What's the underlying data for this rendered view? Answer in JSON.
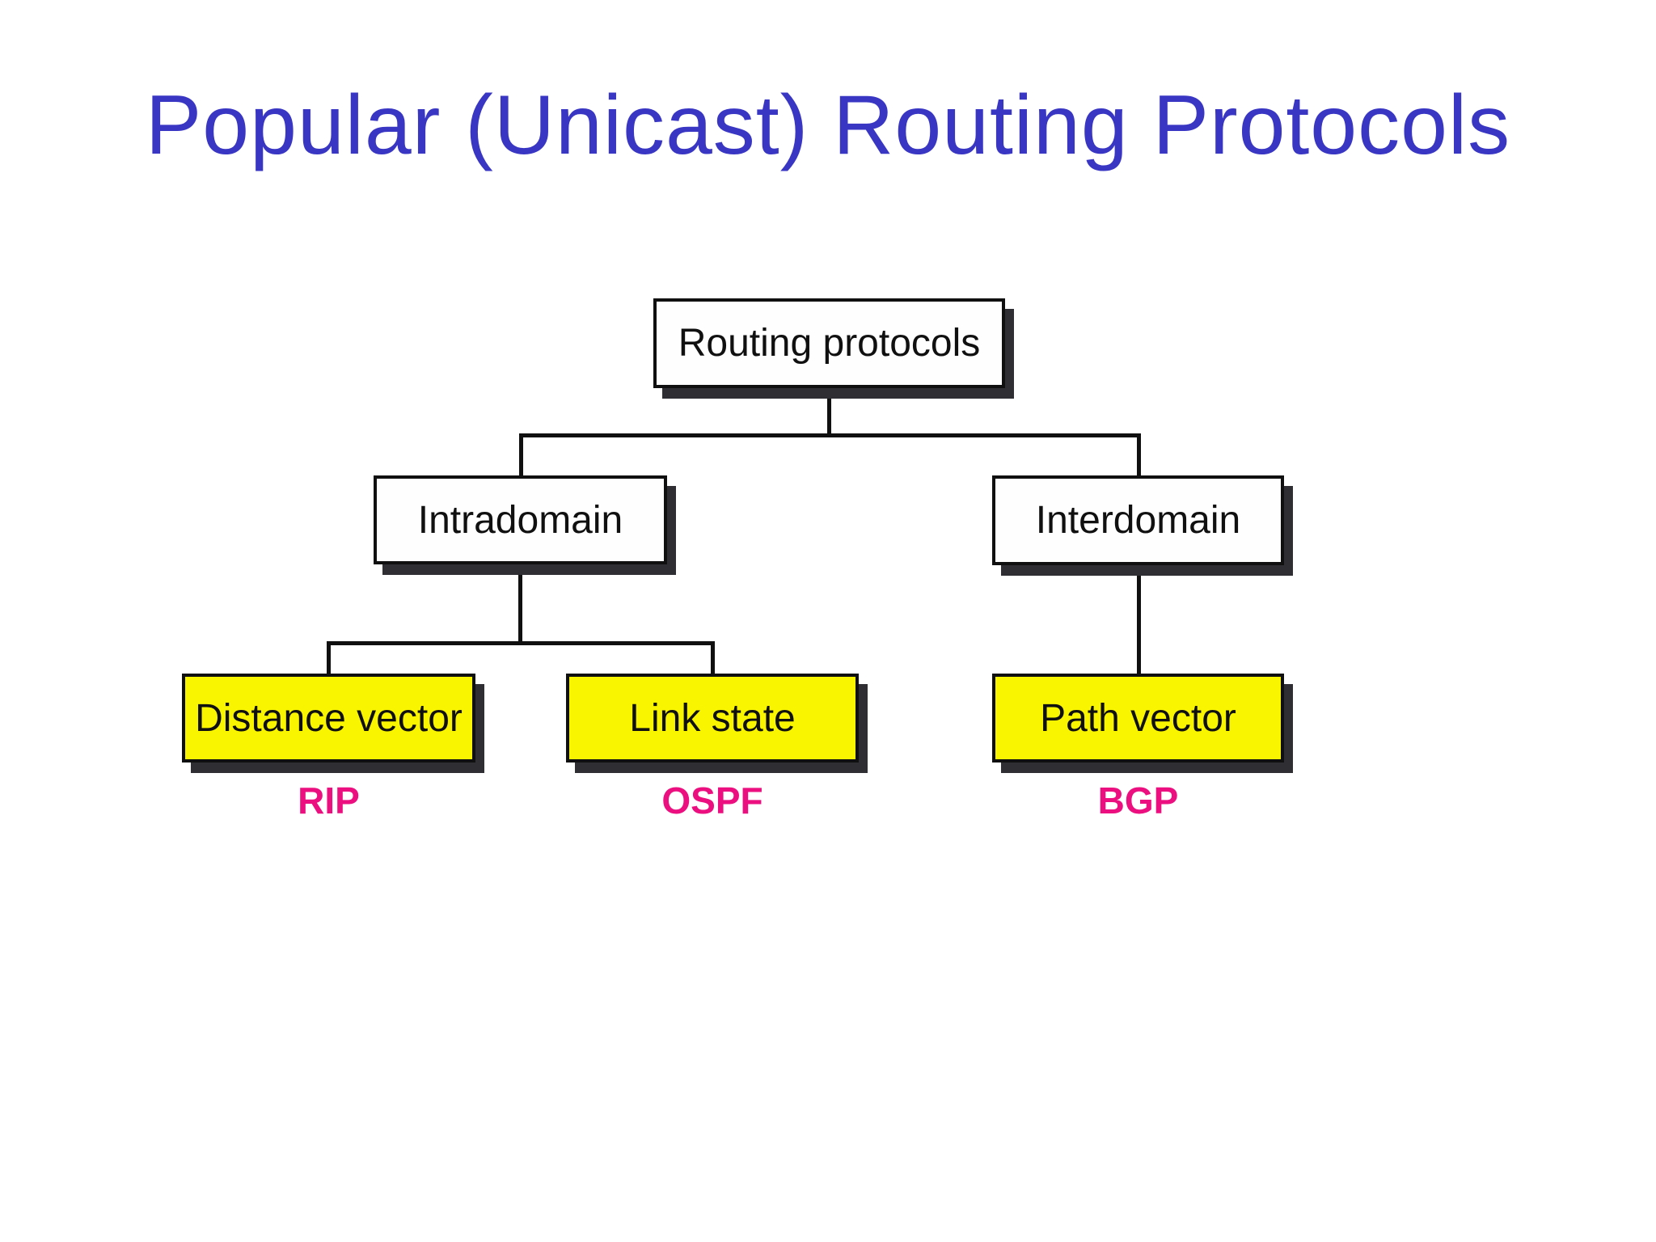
{
  "slide": {
    "title": "Popular (Unicast) Routing Protocols"
  },
  "colors": {
    "title": "#3936C4",
    "box_border": "#101010",
    "line": "#101010",
    "shadow": "#2E2E33",
    "plain_fill": "#FEFEFE",
    "highlight_fill": "#F9F500",
    "protocol_label": "#EB0F7F"
  },
  "tree": {
    "root": {
      "label": "Routing protocols"
    },
    "branches": [
      {
        "label": "Intradomain"
      },
      {
        "label": "Interdomain"
      }
    ],
    "leaves": [
      {
        "label": "Distance vector",
        "protocol": "RIP",
        "parent": "Intradomain"
      },
      {
        "label": "Link state",
        "protocol": "OSPF",
        "parent": "Intradomain"
      },
      {
        "label": "Path vector",
        "protocol": "BGP",
        "parent": "Interdomain"
      }
    ]
  }
}
